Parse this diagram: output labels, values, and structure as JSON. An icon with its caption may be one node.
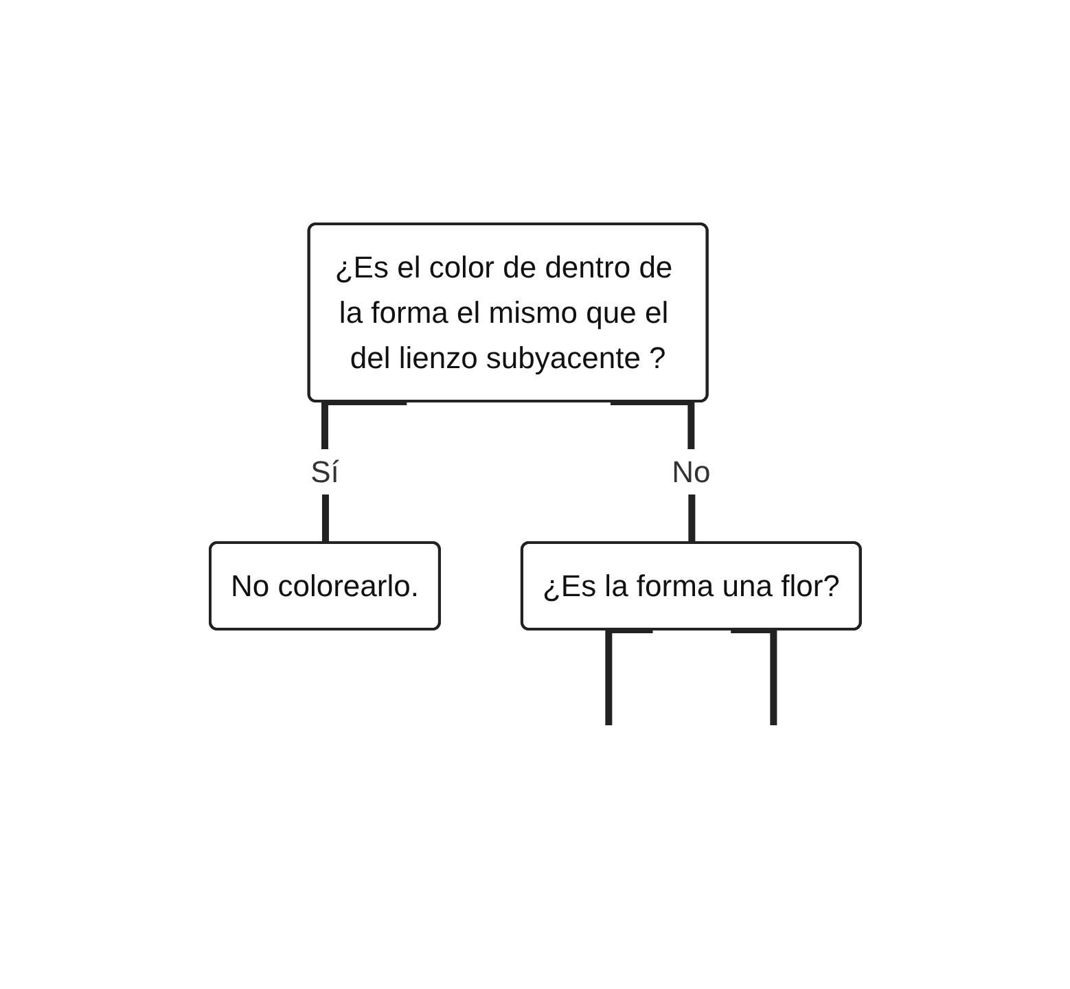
{
  "diagram": {
    "nodes": [
      {
        "text": [
          "¿Es el color de dentro de la forma el mismo que el del lienzo subyacente ?"
        ]
      },
      {
        "text": [
          "No colorearlo."
        ]
      },
      {
        "text": [
          "¿Es la forma una flor?"
        ]
      }
    ],
    "edges": [
      {
        "from": 0,
        "to": 1,
        "arrow": "none",
        "label": "Sí"
      },
      {
        "from": 0,
        "to": 2,
        "arrow": "none",
        "label": "No"
      },
      {
        "from": 2,
        "to": null,
        "arrow": "none"
      },
      {
        "from": 2,
        "to": null,
        "arrow": "none"
      }
    ]
  }
}
